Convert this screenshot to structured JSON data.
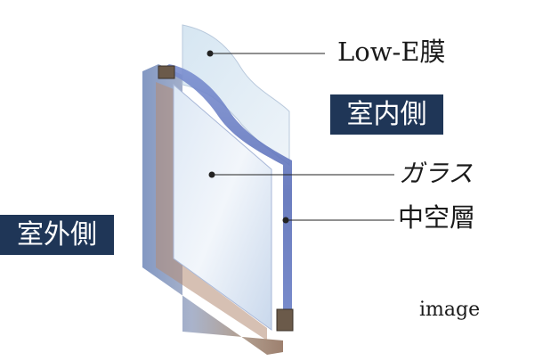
{
  "labels": {
    "low_e_film": "Low-E膜",
    "glass": "ガラス",
    "air_layer": "中空層"
  },
  "sides": {
    "indoor": "室内側",
    "outdoor": "室外側"
  },
  "note": "image",
  "colors": {
    "label_bg": "#1f3657",
    "label_text": "#ffffff",
    "leader": "#222222"
  }
}
